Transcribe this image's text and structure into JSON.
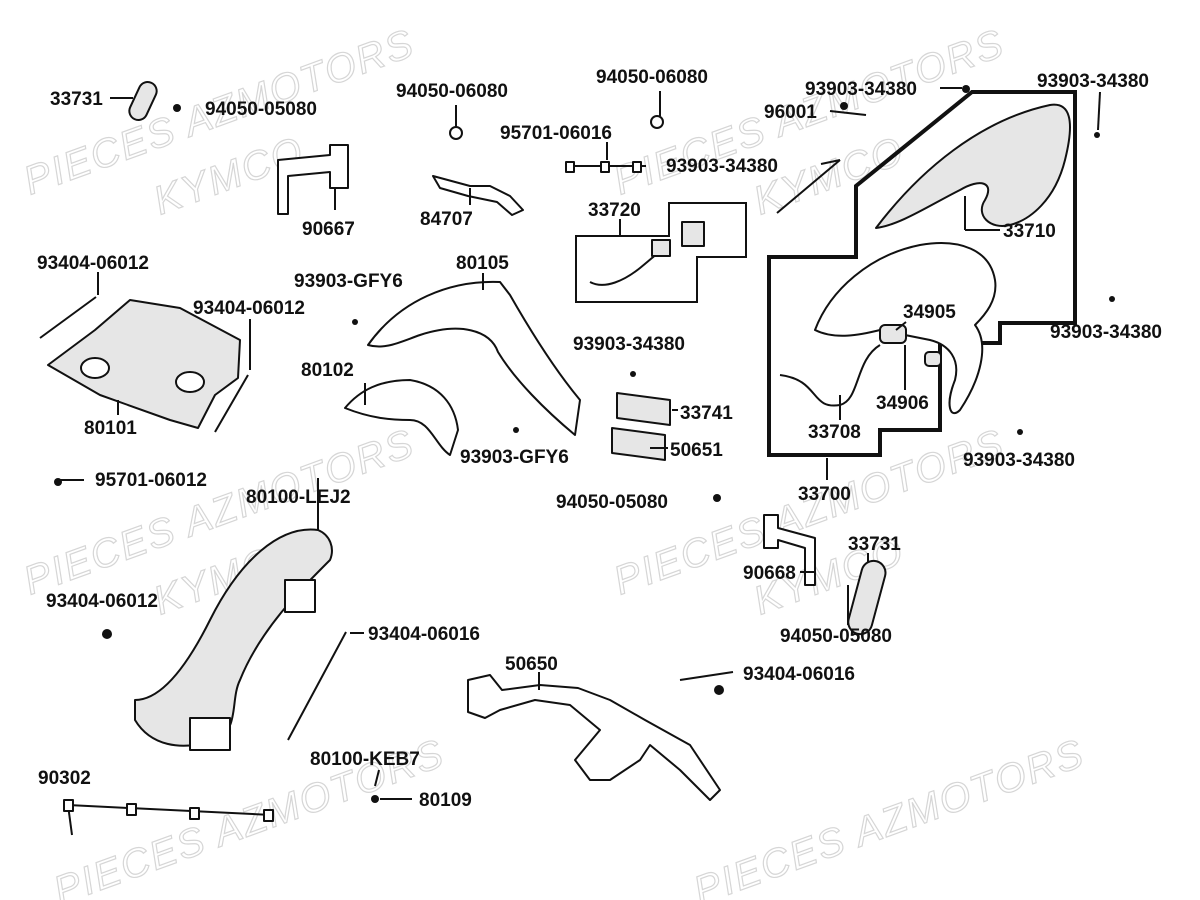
{
  "watermarks": [
    {
      "text": "PIECES AZMOTORS"
    },
    {
      "text": "KYMCO"
    }
  ],
  "labels": [
    {
      "id": "33731-a",
      "text": "33731"
    },
    {
      "id": "94050-05080-a",
      "text": "94050-05080"
    },
    {
      "id": "94050-06080-a",
      "text": "94050-06080"
    },
    {
      "id": "94050-06080-b",
      "text": "94050-06080"
    },
    {
      "id": "93903-34380-a",
      "text": "93903-34380"
    },
    {
      "id": "93903-34380-b",
      "text": "93903-34380"
    },
    {
      "id": "96001",
      "text": "96001"
    },
    {
      "id": "95701-06016",
      "text": "95701-06016"
    },
    {
      "id": "93903-34380-c",
      "text": "93903-34380"
    },
    {
      "id": "90667",
      "text": "90667"
    },
    {
      "id": "84707",
      "text": "84707"
    },
    {
      "id": "33720",
      "text": "33720"
    },
    {
      "id": "33710",
      "text": "33710"
    },
    {
      "id": "93404-06012-a",
      "text": "93404-06012"
    },
    {
      "id": "80105",
      "text": "80105"
    },
    {
      "id": "93903-GFY6-a",
      "text": "93903-GFY6"
    },
    {
      "id": "93404-06012-b",
      "text": "93404-06012"
    },
    {
      "id": "34905",
      "text": "34905"
    },
    {
      "id": "93903-34380-d",
      "text": "93903-34380"
    },
    {
      "id": "93903-34380-e",
      "text": "93903-34380"
    },
    {
      "id": "80102",
      "text": "80102"
    },
    {
      "id": "34906",
      "text": "34906"
    },
    {
      "id": "33741",
      "text": "33741"
    },
    {
      "id": "80101",
      "text": "80101"
    },
    {
      "id": "33708",
      "text": "33708"
    },
    {
      "id": "93903-GFY6-b",
      "text": "93903-GFY6"
    },
    {
      "id": "50651",
      "text": "50651"
    },
    {
      "id": "93903-34380-f",
      "text": "93903-34380"
    },
    {
      "id": "95701-06012",
      "text": "95701-06012"
    },
    {
      "id": "80100-LEJ2",
      "text": "80100-LEJ2"
    },
    {
      "id": "33700",
      "text": "33700"
    },
    {
      "id": "94050-05080-b",
      "text": "94050-05080"
    },
    {
      "id": "33731-b",
      "text": "33731"
    },
    {
      "id": "90668",
      "text": "90668"
    },
    {
      "id": "93404-06012-c",
      "text": "93404-06012"
    },
    {
      "id": "94050-05080-c",
      "text": "94050-05080"
    },
    {
      "id": "93404-06016-a",
      "text": "93404-06016"
    },
    {
      "id": "50650",
      "text": "50650"
    },
    {
      "id": "93404-06016-b",
      "text": "93404-06016"
    },
    {
      "id": "90302",
      "text": "90302"
    },
    {
      "id": "80100-KEB7",
      "text": "80100-KEB7"
    },
    {
      "id": "80109",
      "text": "80109"
    }
  ]
}
